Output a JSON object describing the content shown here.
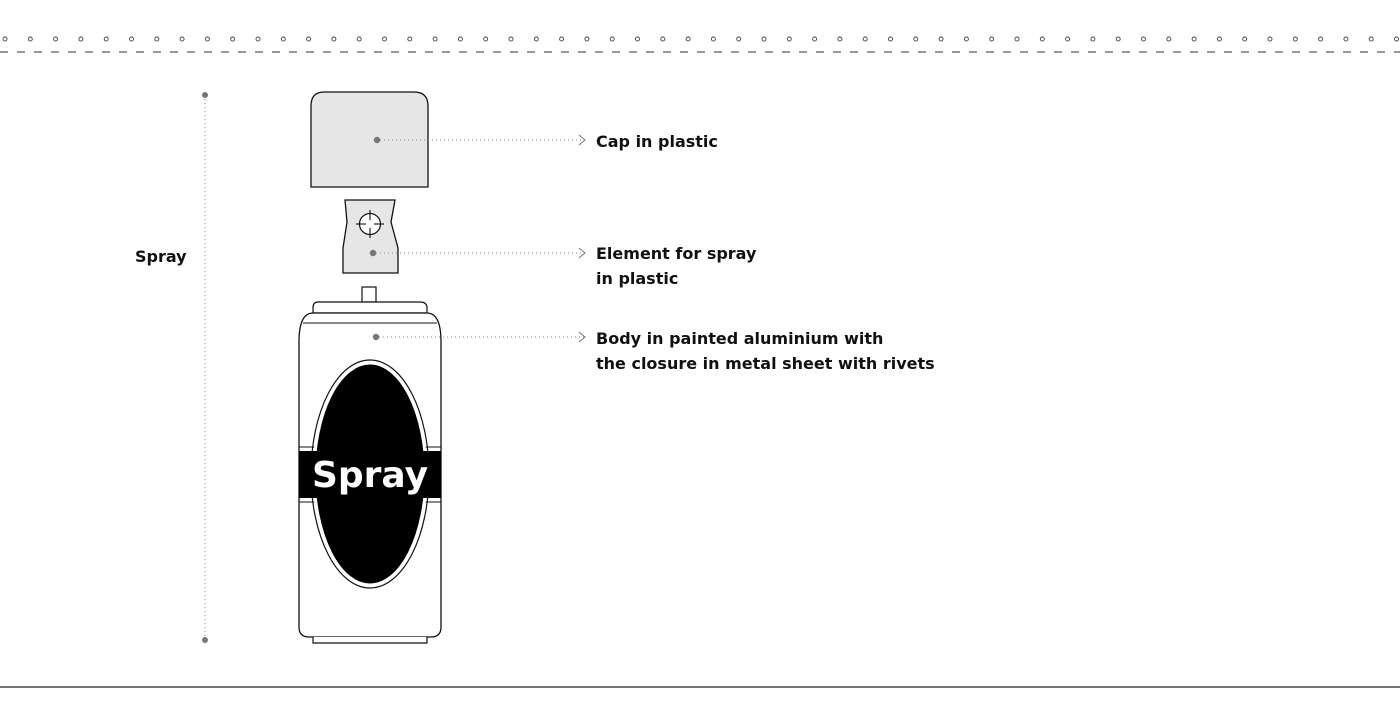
{
  "section": {
    "title": "Spray"
  },
  "product": {
    "brand_text": "Spray"
  },
  "parts": [
    {
      "id": "cap",
      "lines": [
        "Cap in plastic"
      ]
    },
    {
      "id": "spray-element",
      "lines": [
        "Element for spray",
        "in plastic"
      ]
    },
    {
      "id": "body",
      "lines": [
        "Body in painted aluminium with",
        "the closure in metal sheet with rivets"
      ]
    }
  ],
  "colors": {
    "ink": "#111111",
    "cap_fill": "#e6e6e6",
    "leader": "#888888",
    "label_band": "#000000"
  }
}
